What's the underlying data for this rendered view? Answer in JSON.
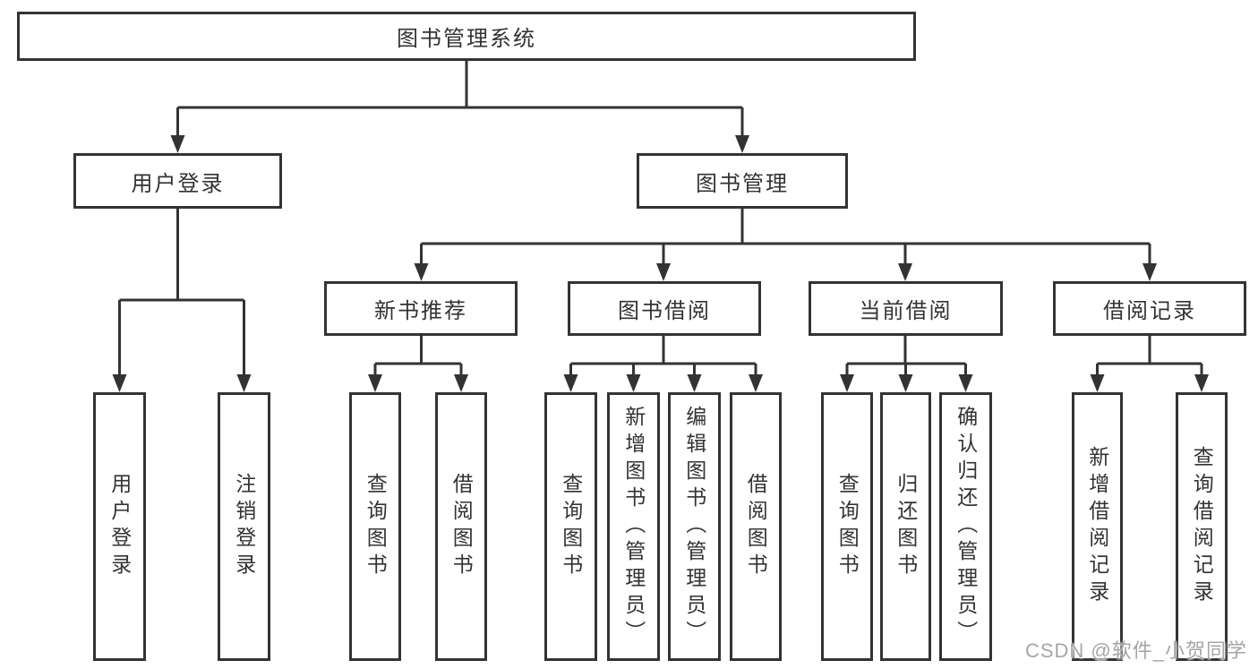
{
  "diagram": {
    "watermark": "CSDN @软件_小贺同学",
    "colors": {
      "line": "#333333",
      "box_border": "#333333",
      "text": "#333333",
      "watermark": "#a6a6a6",
      "background": "#ffffff"
    },
    "tree": {
      "label": "图书管理系统",
      "children": [
        {
          "label": "用户登录",
          "children": [
            {
              "label": "用户登录"
            },
            {
              "label": "注销登录"
            }
          ]
        },
        {
          "label": "图书管理",
          "children": [
            {
              "label": "新书推荐",
              "children": [
                {
                  "label": "查询图书"
                },
                {
                  "label": "借阅图书"
                }
              ]
            },
            {
              "label": "图书借阅",
              "children": [
                {
                  "label": "查询图书"
                },
                {
                  "label": "新增图书（管理员）"
                },
                {
                  "label": "编辑图书（管理员）"
                },
                {
                  "label": "借阅图书"
                }
              ]
            },
            {
              "label": "当前借阅",
              "children": [
                {
                  "label": "查询图书"
                },
                {
                  "label": "归还图书"
                },
                {
                  "label": "确认归还（管理员）"
                }
              ]
            },
            {
              "label": "借阅记录",
              "children": [
                {
                  "label": "新增借阅记录"
                },
                {
                  "label": "查询借阅记录"
                }
              ]
            }
          ]
        }
      ]
    }
  }
}
